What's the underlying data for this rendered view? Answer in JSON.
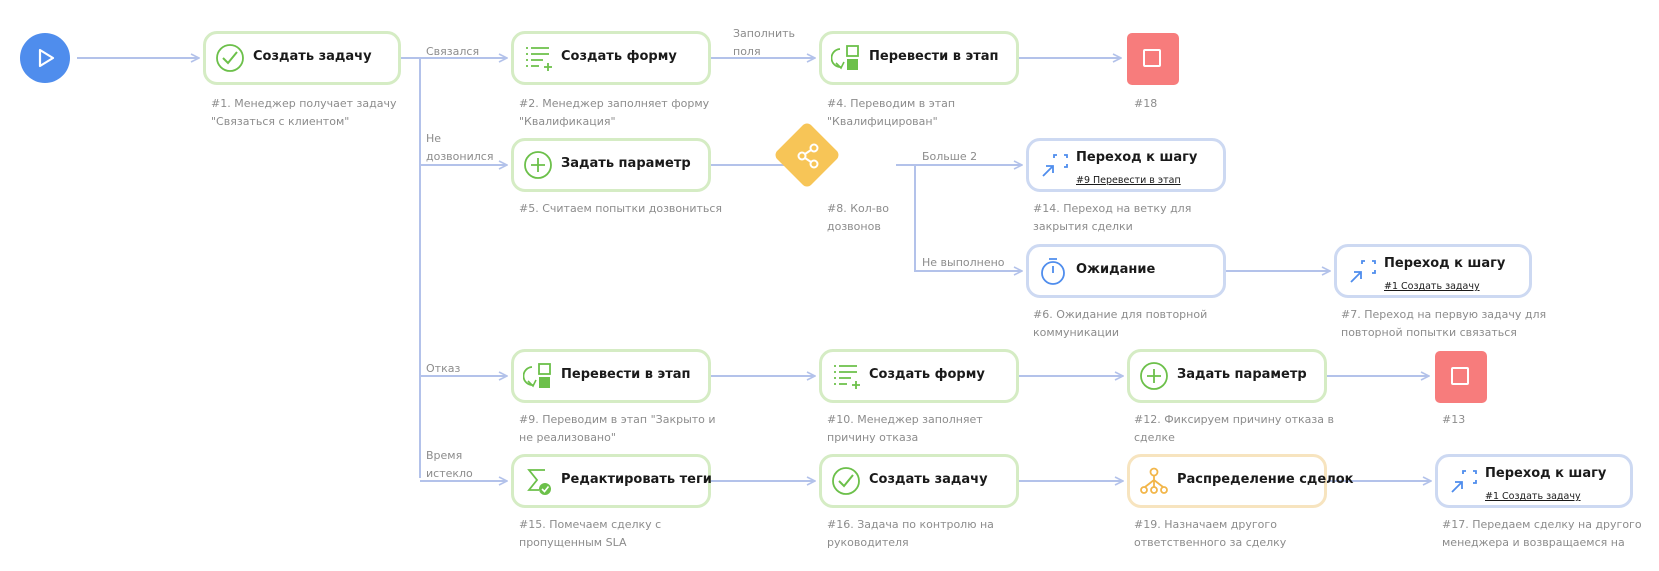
{
  "start": {
    "icon": "play-icon"
  },
  "nodes": {
    "n1": {
      "title": "Создать задачу",
      "caption": [
        "#1. Менеджер получает задачу",
        "\"Связаться с клиентом\""
      ],
      "icon": "check-circle-icon"
    },
    "n2": {
      "title": "Создать форму",
      "caption": [
        "#2. Менеджер заполняет форму",
        "\"Квалификация\""
      ],
      "icon": "form-list-icon"
    },
    "n4": {
      "title": "Перевести в этап",
      "caption": [
        "#4. Переводим в этап",
        "\"Квалифицирован\""
      ],
      "icon": "stage-move-icon"
    },
    "n18": {
      "caption": "#18",
      "icon": "stop-icon"
    },
    "n5": {
      "title": "Задать параметр",
      "caption": [
        "#5. Считаем попытки дозвониться"
      ],
      "icon": "plus-circle-icon"
    },
    "n8": {
      "caption": [
        "#8. Кол-во",
        "дозвонов"
      ],
      "icon": "share-icon"
    },
    "n14": {
      "title": "Переход к шагу",
      "link": "#9 Перевести в этап",
      "caption": [
        "#14. Переход на ветку для",
        "закрытия сделки"
      ],
      "icon": "goto-step-icon"
    },
    "n6": {
      "title": "Ожидание",
      "caption": [
        "#6. Ожидание для повторной",
        "коммуникации"
      ],
      "icon": "stopwatch-icon"
    },
    "n7": {
      "title": "Переход к шагу",
      "link": "#1 Создать задачу",
      "caption": [
        "#7. Переход на первую задачу для",
        "повторной попытки связаться"
      ],
      "icon": "goto-step-icon"
    },
    "n9": {
      "title": "Перевести в этап",
      "caption": [
        "#9. Переводим в этап \"Закрыто и",
        "не реализовано\""
      ],
      "icon": "stage-move-icon"
    },
    "n10": {
      "title": "Создать форму",
      "caption": [
        "#10. Менеджер заполняет",
        "причину отказа"
      ],
      "icon": "form-list-icon"
    },
    "n12": {
      "title": "Задать параметр",
      "caption": [
        "#12. Фиксируем причину отказа в",
        "сделке"
      ],
      "icon": "plus-circle-icon"
    },
    "n13": {
      "caption": "#13",
      "icon": "stop-icon"
    },
    "n15": {
      "title": "Редактировать теги",
      "caption": [
        "#15. Помечаем сделку с",
        "пропущенным SLA"
      ],
      "icon": "tag-edit-icon"
    },
    "n16": {
      "title": "Создать задачу",
      "caption": [
        "#16. Задача по контролю на",
        "руководителя"
      ],
      "icon": "check-circle-icon"
    },
    "n19": {
      "title": "Распределение сделок",
      "caption": [
        "#19. Назначаем другого",
        "ответственного за сделку"
      ],
      "icon": "distribution-icon"
    },
    "n17": {
      "title": "Переход к шагу",
      "link": "#1 Создать задачу",
      "caption": [
        "#17. Передаем сделку на другого",
        "менеджера и возвращаемся на"
      ],
      "icon": "goto-step-icon"
    }
  },
  "edge_labels": {
    "contacted": "Связался",
    "fill_fields": [
      "Заполнить",
      "поля"
    ],
    "no_answer": [
      "Не",
      "дозвонился"
    ],
    "more_than_2": "Больше 2",
    "not_done": "Не выполнено",
    "refusal": "Отказ",
    "time_out": [
      "Время",
      "истекло"
    ]
  },
  "colors": {
    "wire": "#b3c2ea",
    "green": "#6cc04a",
    "blue": "#4f8ded",
    "red": "#f77c7c",
    "yellow": "#f7c557",
    "caption": "#8c8c8c"
  }
}
